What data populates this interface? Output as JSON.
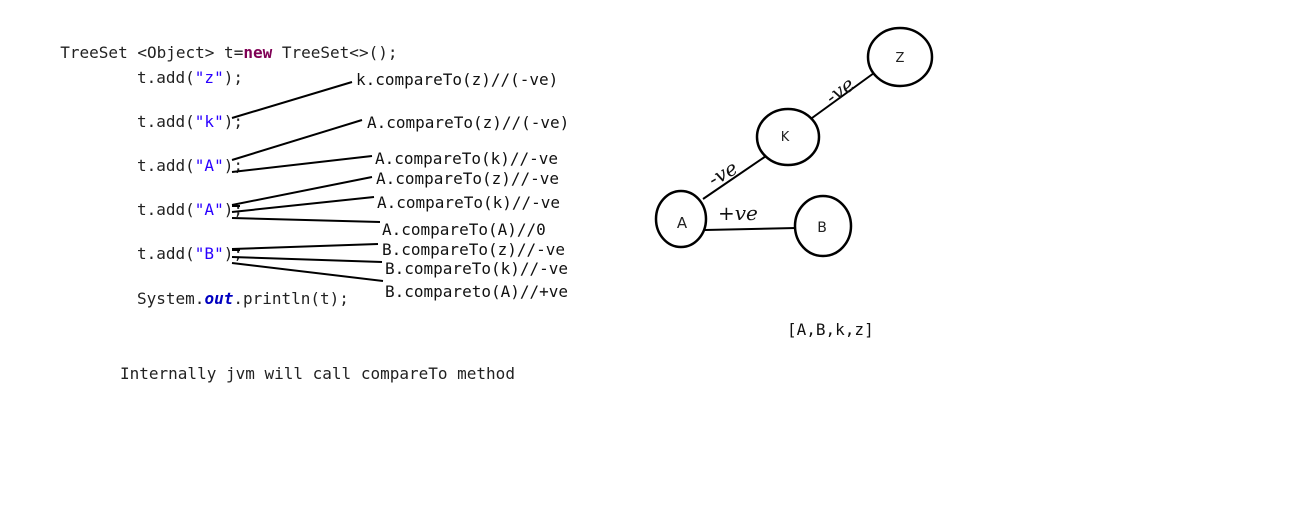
{
  "code": {
    "decl": {
      "type": "TreeSet",
      "generic": "<Object>",
      "var": "t",
      "op": "=",
      "kw": "new",
      "ctor": "TreeSet<>();"
    },
    "adds": [
      {
        "pre": "t.add(",
        "arg": "\"z\"",
        "post": ");"
      },
      {
        "pre": "t.add(",
        "arg": "\"k\"",
        "post": ");"
      },
      {
        "pre": "t.add(",
        "arg": "\"A\"",
        "post": ");"
      },
      {
        "pre": "t.add(",
        "arg": "\"A\"",
        "post": ");"
      },
      {
        "pre": "t.add(",
        "arg": "\"B\"",
        "post": ");"
      }
    ],
    "print": {
      "pre": "System.",
      "field": "out",
      "post": ".println(t);"
    },
    "note": "Internally jvm will call compareTo method"
  },
  "comparisons": [
    "k.compareTo(z)//(-ve)",
    "A.compareTo(z)//(-ve)",
    "A.compareTo(k)//-ve",
    "A.compareTo(z)//-ve",
    "A.compareTo(k)//-ve",
    "A.compareTo(A)//0",
    "B.compareTo(z)//-ve",
    "B.compareTo(k)//-ve",
    "B.compareto(A)//+ve"
  ],
  "tree": {
    "nodes": [
      {
        "id": "z",
        "label": "Z"
      },
      {
        "id": "k",
        "label": "K"
      },
      {
        "id": "a",
        "label": "A"
      },
      {
        "id": "b",
        "label": "B"
      }
    ],
    "edges": [
      {
        "from": "k",
        "to": "z",
        "label": "-ve"
      },
      {
        "from": "a",
        "to": "k",
        "label": "-ve"
      },
      {
        "from": "a",
        "to": "b",
        "label": "+ve"
      }
    ],
    "result": "[A,B,k,z]"
  }
}
